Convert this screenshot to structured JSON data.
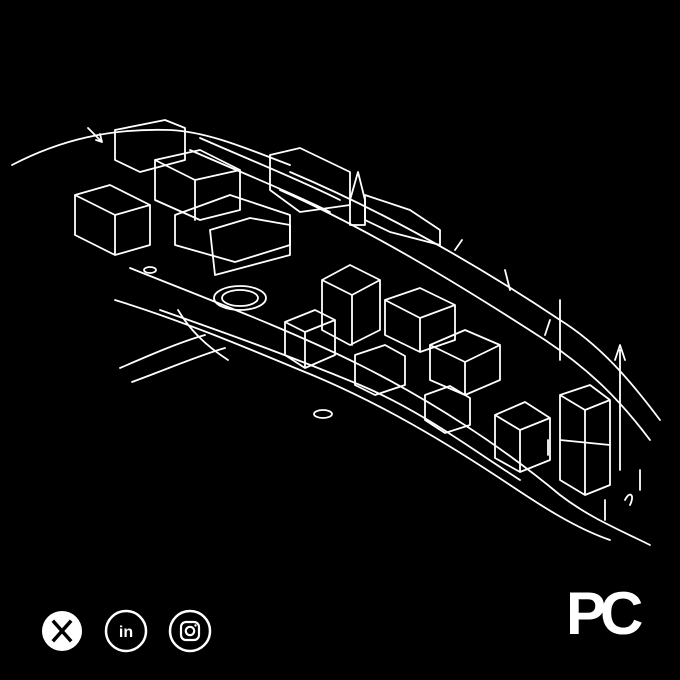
{
  "image": {
    "background_color": "#000000",
    "line_color": "#ffffff",
    "subject": "sketch"
  },
  "social_links": [
    {
      "name": "x",
      "icon": "x-icon"
    },
    {
      "name": "linkedin",
      "icon": "linkedin-icon",
      "label": "in"
    },
    {
      "name": "instagram",
      "icon": "instagram-icon"
    }
  ],
  "logo": {
    "text": "PC",
    "color": "#ffffff"
  }
}
